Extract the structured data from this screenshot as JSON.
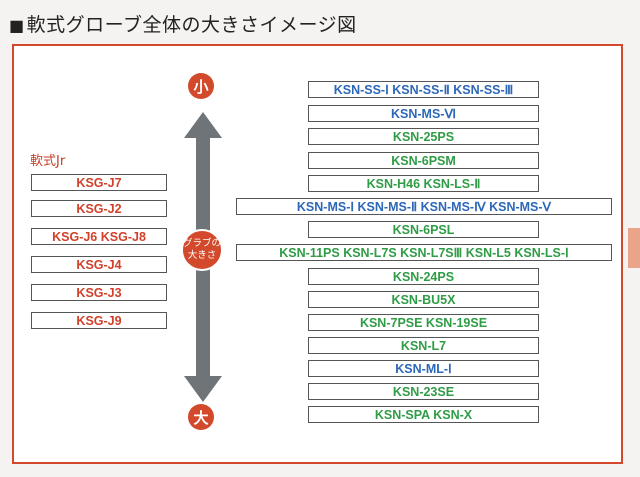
{
  "title": {
    "marker": "■",
    "text": "軟式グローブ全体の大きさイメージ図"
  },
  "scale": {
    "small_label": "小",
    "large_label": "大",
    "badge_line1": "グラブの",
    "badge_line2": "大きさ"
  },
  "junior": {
    "label": "軟式Jr",
    "items": [
      "KSG-J7",
      "KSG-J2",
      "KSG-J6 KSG-J8",
      "KSG-J4",
      "KSG-J3",
      "KSG-J9"
    ]
  },
  "models": [
    {
      "label": "KSN-SS-Ⅰ  KSN-SS-Ⅱ  KSN-SS-Ⅲ",
      "color": "#2c67b8"
    },
    {
      "label": "KSN-MS-Ⅵ",
      "color": "#2c67b8"
    },
    {
      "label": "KSN-25PS",
      "color": "#2f9c46"
    },
    {
      "label": "KSN-6PSM",
      "color": "#2f9c46"
    },
    {
      "label": "KSN-H46 KSN-LS-Ⅱ",
      "color": "#2f9c46"
    },
    {
      "label": "KSN-MS-Ⅰ  KSN-MS-Ⅱ  KSN-MS-Ⅳ  KSN-MS-Ⅴ",
      "color": "#2c67b8"
    },
    {
      "label": "KSN-6PSL",
      "color": "#2f9c46"
    },
    {
      "label": "KSN-11PS  KSN-L7S  KSN-L7SⅢ  KSN-L5 KSN-LS-Ⅰ",
      "color": "#2f9c46"
    },
    {
      "label": "KSN-24PS",
      "color": "#2f9c46"
    },
    {
      "label": "KSN-BU5X",
      "color": "#2f9c46"
    },
    {
      "label": "KSN-7PSE KSN-19SE",
      "color": "#2f9c46"
    },
    {
      "label": "KSN-L7",
      "color": "#2f9c46"
    },
    {
      "label": "KSN-ML-Ⅰ",
      "color": "#2c67b8"
    },
    {
      "label": "KSN-23SE",
      "color": "#2f9c46"
    },
    {
      "label": "KSN-SPA KSN-X",
      "color": "#2f9c46"
    }
  ]
}
